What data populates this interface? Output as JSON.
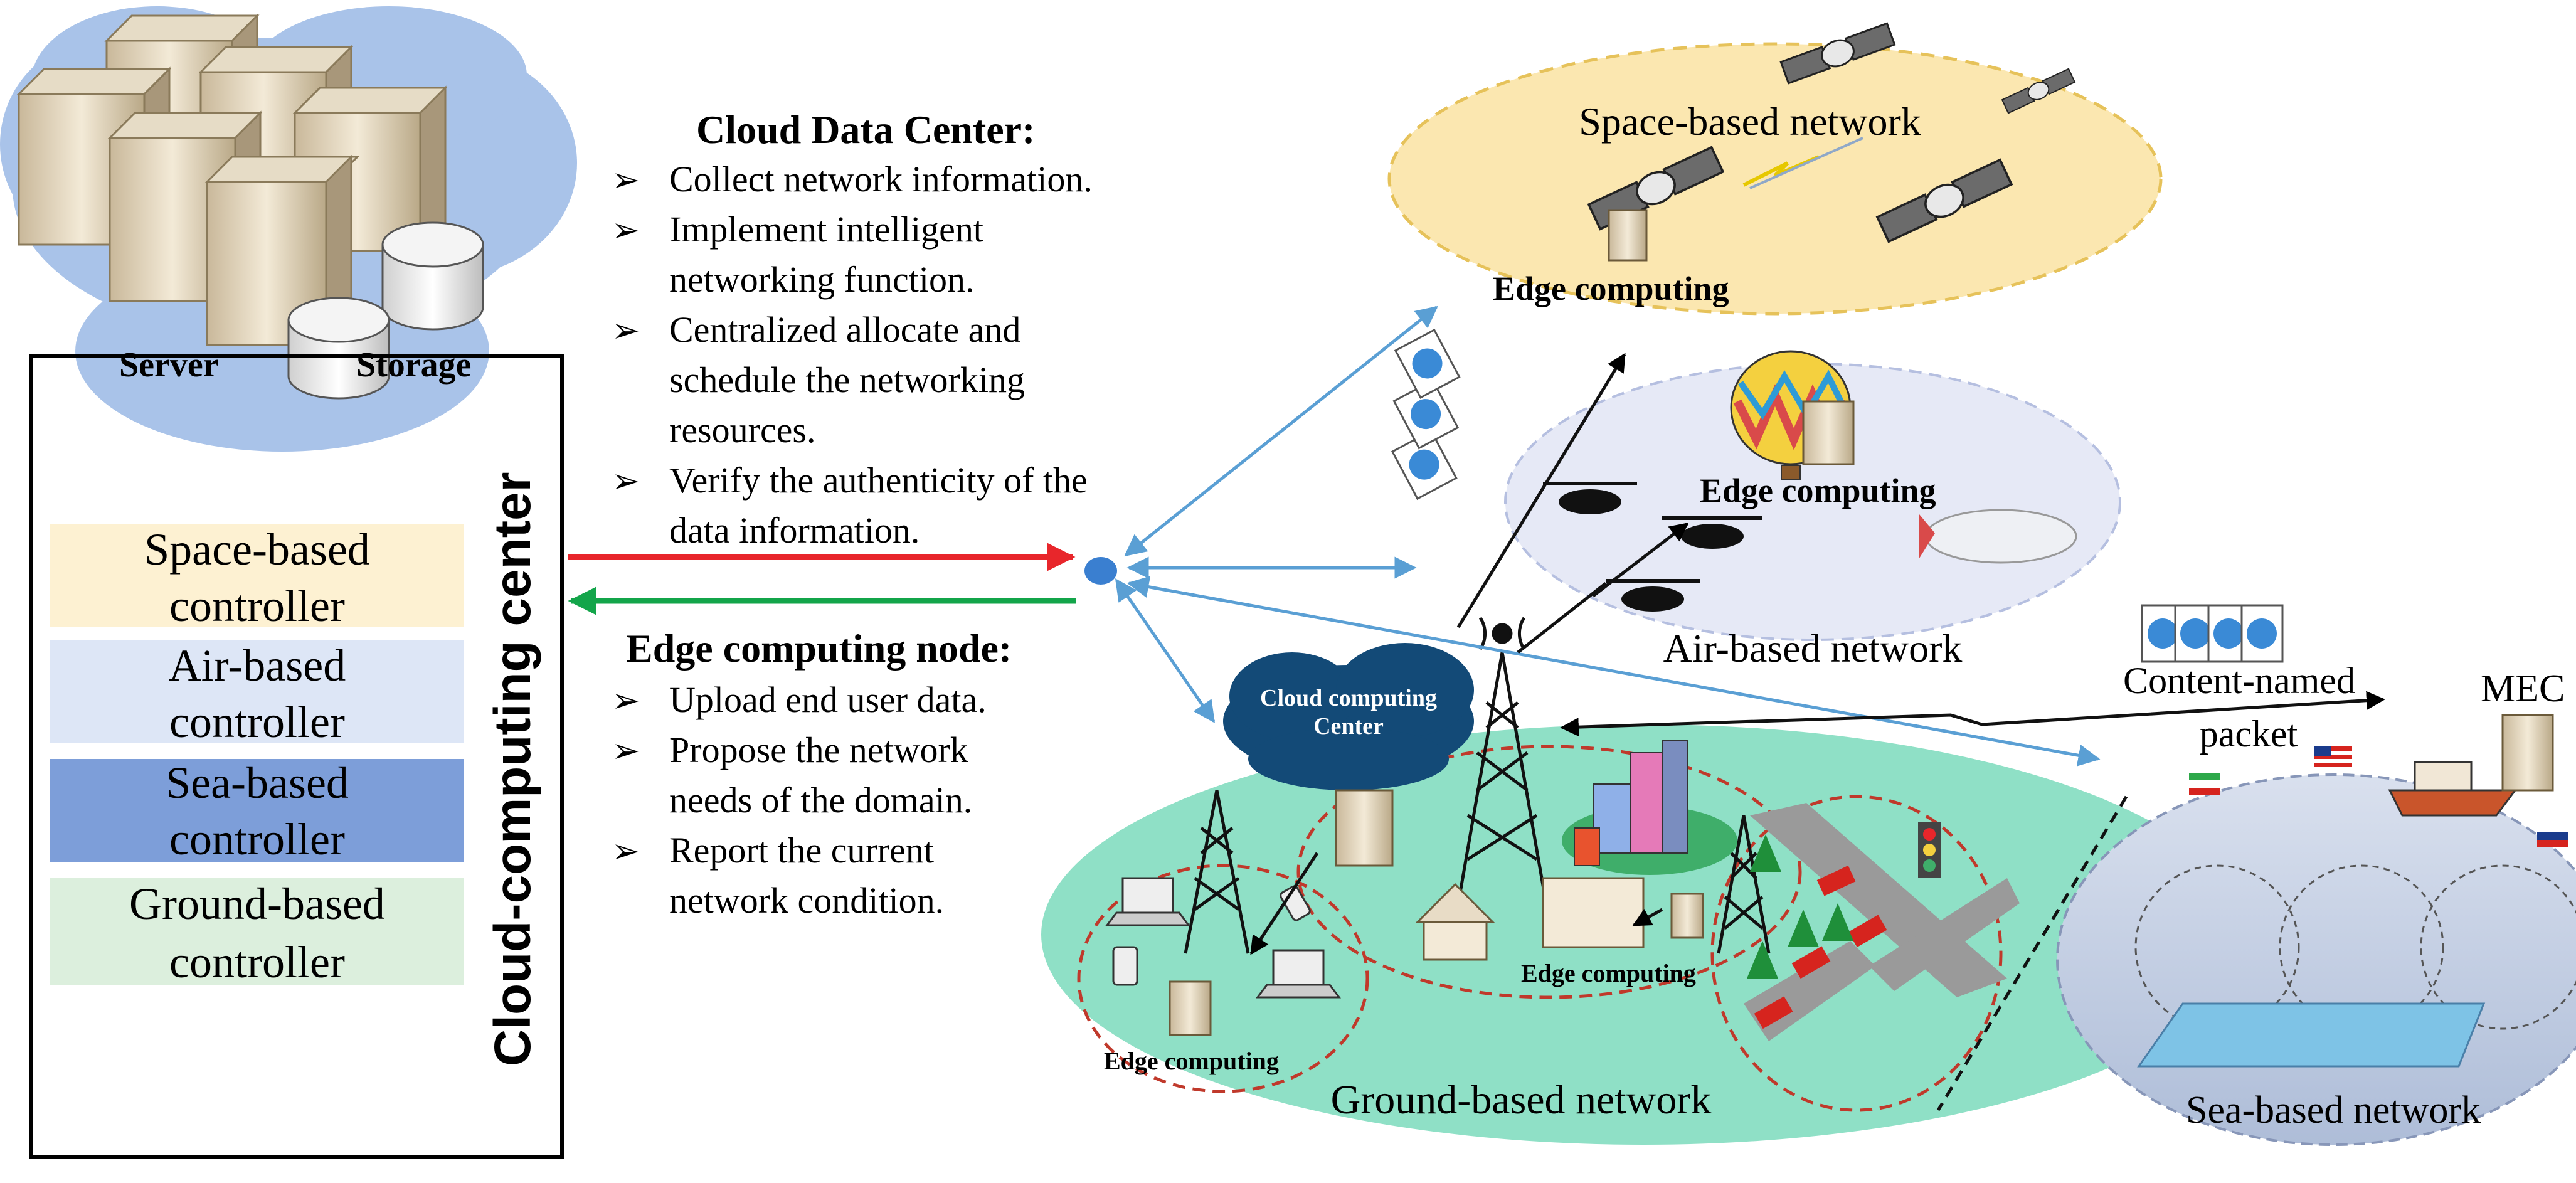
{
  "cloud_center": {
    "title": "Cloud-computing center",
    "server_label": "Server",
    "storage_label": "Storage",
    "controllers": [
      {
        "line1": "Space-based",
        "line2": "controller",
        "color": "#fdf1d2"
      },
      {
        "line1": "Air-based",
        "line2": "controller",
        "color": "#dde6f6"
      },
      {
        "line1": "Sea-based",
        "line2": "controller",
        "color": "#7d9ed9"
      },
      {
        "line1": "Ground-based",
        "line2": "controller",
        "color": "#dcefdd"
      }
    ]
  },
  "data_center": {
    "heading": "Cloud Data Center:",
    "items": [
      [
        "Collect network information."
      ],
      [
        "Implement intelligent",
        "networking function."
      ],
      [
        "Centralized allocate and",
        "schedule the networking",
        "resources."
      ],
      [
        "Verify the authenticity of the",
        "data information."
      ]
    ]
  },
  "edge_node": {
    "heading": "Edge computing node:",
    "items": [
      [
        "Upload end user data."
      ],
      [
        "Propose the network",
        "needs of the domain."
      ],
      [
        "Report the current",
        "network condition."
      ]
    ]
  },
  "networks": {
    "space": "Space-based network",
    "air": "Air-based network",
    "ground": "Ground-based network",
    "sea": "Sea-based network"
  },
  "labels": {
    "edge_space": "Edge computing",
    "edge_air": "Edge computing",
    "edge_ground_center": "Edge computing",
    "edge_ground_left": "Edge computing",
    "cloud_small_line1": "Cloud computing",
    "cloud_small_line2": "Center",
    "content_line1": "Content-named",
    "content_line2": "packet",
    "mec": "MEC"
  },
  "colors": {
    "arrow_red": "#e8262b",
    "arrow_green": "#13a54a",
    "arrow_blue": "#5a9fd4",
    "space_fill": "#fbe7b0",
    "air_fill": "#e6e9f6",
    "ground_fill": "#8fe0c6",
    "sea_fill": "#c6d1e4"
  }
}
